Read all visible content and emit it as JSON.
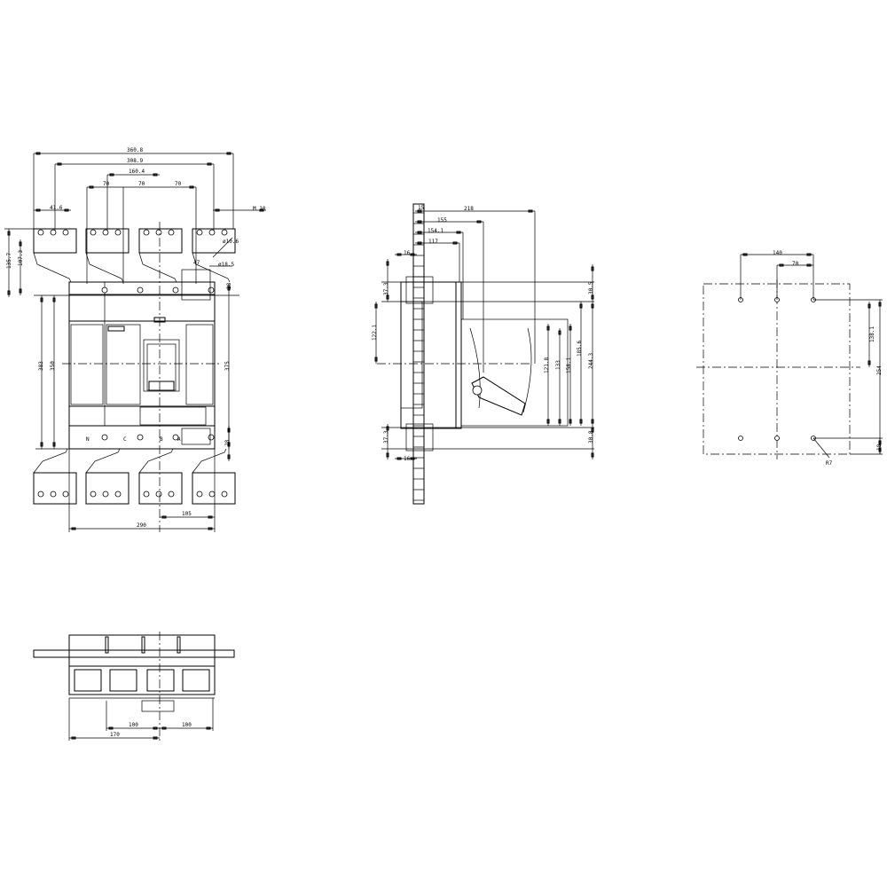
{
  "front_view": {
    "dims": {
      "overall_width_terminals": "360.8",
      "outer_hole_span": "308.9",
      "center_hole_span": "160.4",
      "pole_pitch_1": "70",
      "pole_pitch_2": "70",
      "pole_pitch_3": "70",
      "hole_pitch": "41.6",
      "thread": "M 10",
      "hole_dia": "ø10.6",
      "boss_dia": "ø18.5",
      "offset_47": "47",
      "terminal_top_height": "135.7",
      "terminal_top_inner": "107.3",
      "offset_28_top": "28",
      "body_height_383": "383",
      "body_height_350": "350",
      "body_height_375": "375",
      "offset_28_bottom": "28",
      "half_width": "105",
      "body_width": "290"
    },
    "pole_labels": [
      "N",
      "C",
      "B",
      "A"
    ]
  },
  "side_view": {
    "dims": {
      "d15": "15",
      "d218": "218",
      "d155": "155",
      "d154_1": "154.1",
      "d117": "117",
      "d16_top": "16",
      "d16_bottom": "16",
      "d37_3_top": "37.3",
      "d37_3_bottom": "37.3",
      "d122_1": "122.1",
      "d30_5": "30.5",
      "d30_8": "30.8",
      "d121_8": "121.8",
      "d133": "133",
      "d158_1": "158.1",
      "d185_6": "185.6",
      "d244_3": "244.3"
    }
  },
  "mounting_view": {
    "dims": {
      "d140": "140",
      "d70": "70",
      "d138_1": "138.1",
      "d254": "254",
      "d18": "18",
      "radius": "R7"
    }
  },
  "bottom_view": {
    "dims": {
      "d100_left": "100",
      "d100_right": "100",
      "d170": "170"
    }
  }
}
